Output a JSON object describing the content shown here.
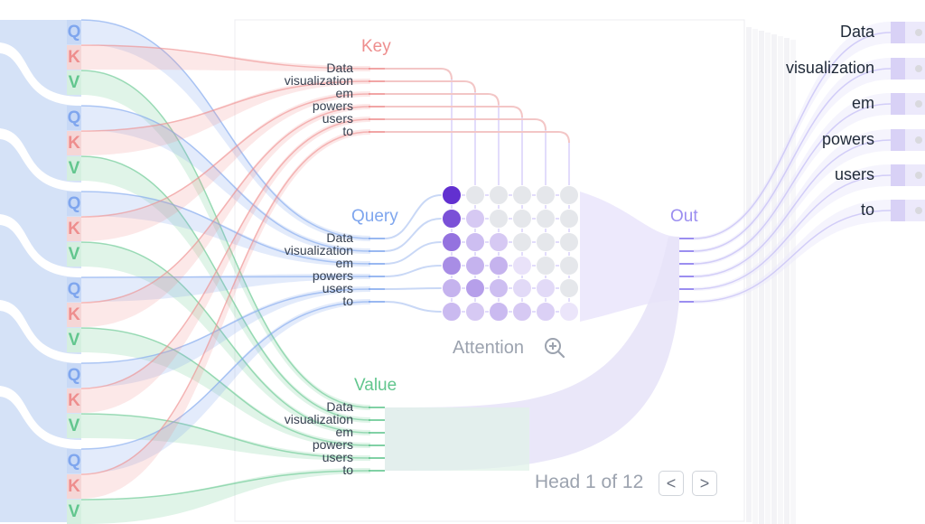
{
  "tokens": [
    "Data",
    "visualization",
    "em",
    "powers",
    "users",
    "to"
  ],
  "left_panel": {
    "block_labels": [
      "Q",
      "K",
      "V"
    ],
    "block_count": 6
  },
  "sections": {
    "key": "Key",
    "query": "Query",
    "value": "Value",
    "out": "Out",
    "attention": "Attention"
  },
  "attention_matrix": {
    "mask": "causal",
    "weights": [
      [
        1.0,
        null,
        null,
        null,
        null,
        null
      ],
      [
        0.8,
        0.15,
        null,
        null,
        null,
        null
      ],
      [
        0.6,
        0.2,
        0.15,
        null,
        null,
        null
      ],
      [
        0.45,
        0.25,
        0.25,
        0.05,
        null,
        null
      ],
      [
        0.25,
        0.35,
        0.2,
        0.08,
        0.08,
        null
      ],
      [
        0.22,
        0.15,
        0.22,
        0.15,
        0.12,
        0.04
      ]
    ]
  },
  "pager": {
    "text": "Head 1 of 12",
    "prev_label": "<",
    "next_label": ">"
  },
  "colors": {
    "query": "#7fa6ee",
    "key": "#ee8e8e",
    "value": "#62c68e",
    "out": "#9b8ef0",
    "attention_max": "#6230d0",
    "attention_empty": "#e5e7eb",
    "text": "#374151",
    "muted": "#9ca3af"
  },
  "icons": {
    "attention_zoom": "zoom-in-icon",
    "out_indicator": "dot-icon"
  }
}
